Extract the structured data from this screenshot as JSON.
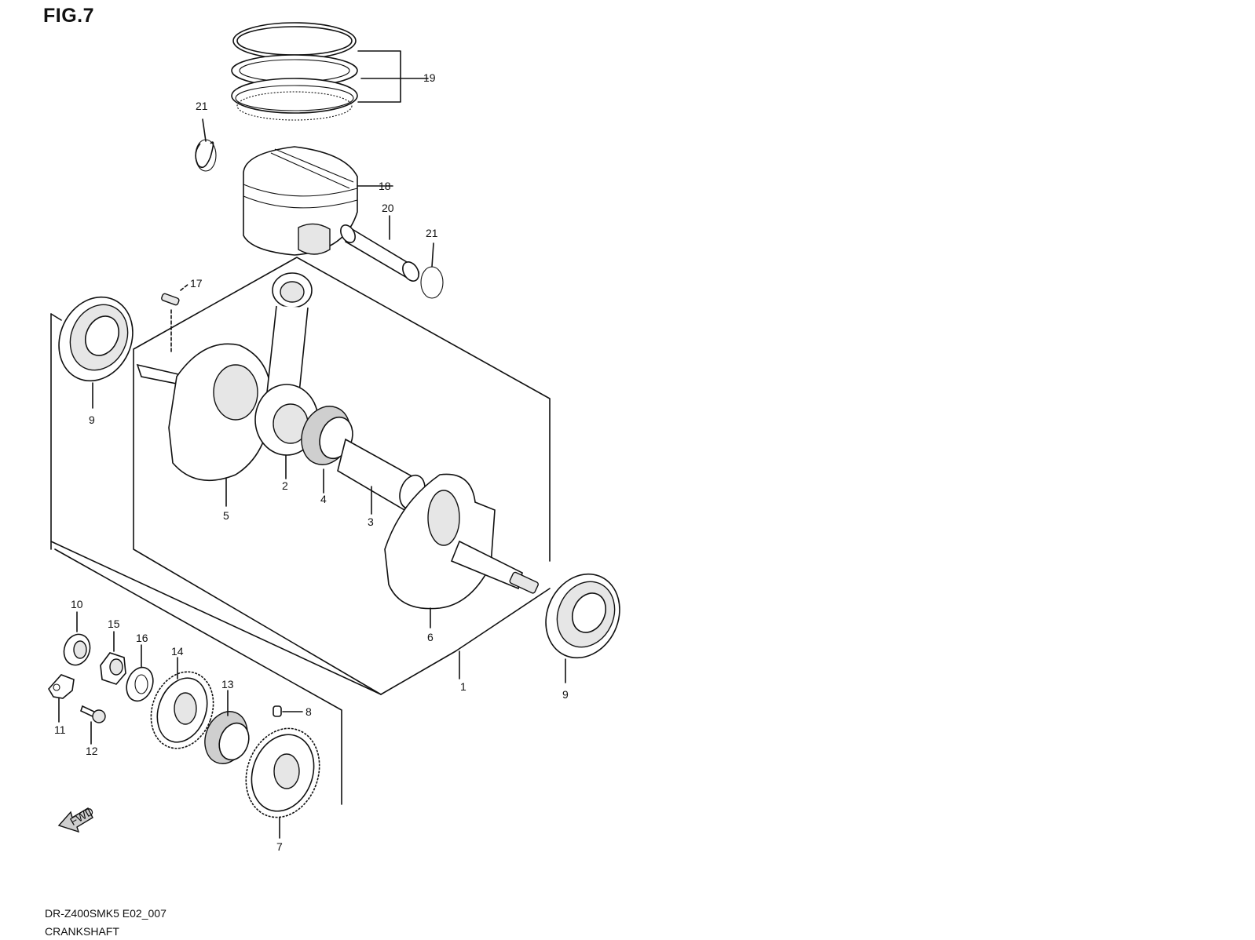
{
  "figure": {
    "title": "FIG.7"
  },
  "footer": {
    "model_code": "DR-Z400SMK5 E02_007",
    "section_name": "CRANKSHAFT"
  },
  "direction_marker": {
    "text": "FWD",
    "icon": "forward-arrow-icon"
  },
  "callouts": [
    "1",
    "2",
    "3",
    "4",
    "5",
    "6",
    "7",
    "8",
    "9",
    "9",
    "10",
    "11",
    "12",
    "13",
    "14",
    "15",
    "16",
    "17",
    "18",
    "19",
    "20",
    "21",
    "21"
  ],
  "colors": {
    "line": "#111111",
    "shade": "#e6e6e6",
    "background": "#ffffff"
  }
}
